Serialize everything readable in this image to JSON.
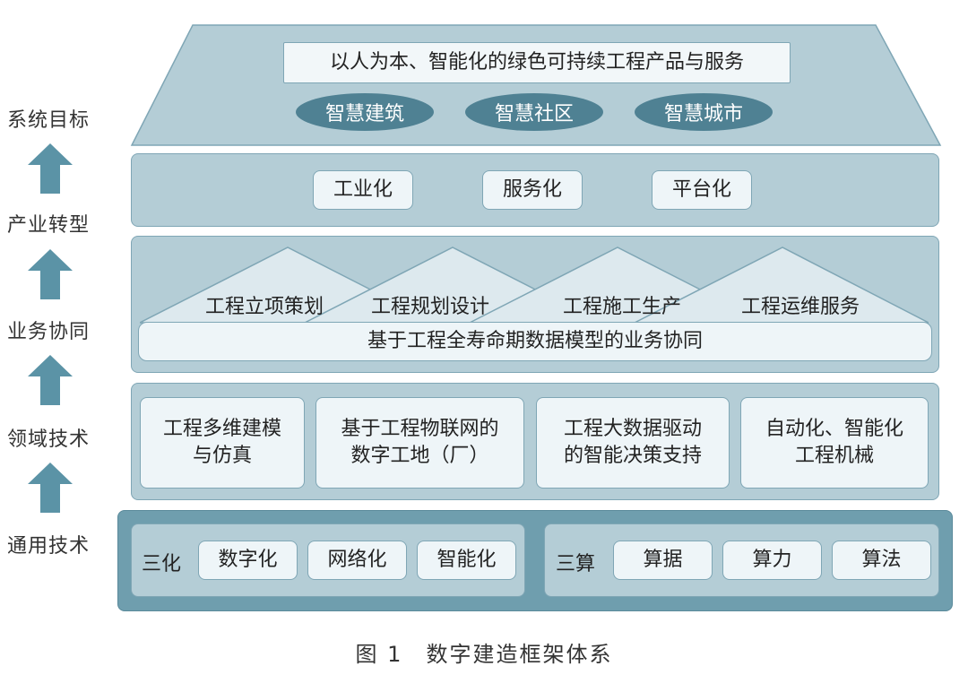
{
  "side_labels": [
    "系统目标",
    "产业转型",
    "业务协同",
    "领域技术",
    "通用技术"
  ],
  "goal": {
    "title": "以人为本、智能化的绿色可持续工程产品与服务",
    "ellipses": [
      "智慧建筑",
      "智慧社区",
      "智慧城市"
    ]
  },
  "industry": {
    "items": [
      "工业化",
      "服务化",
      "平台化"
    ]
  },
  "business": {
    "phases": [
      "工程立项策划",
      "工程规划设计",
      "工程施工生产",
      "工程运维服务"
    ],
    "base": "基于工程全寿命期数据模型的业务协同"
  },
  "domain_tech": {
    "items": [
      [
        "工程多维建模",
        "与仿真"
      ],
      [
        "基于工程物联网的",
        "数字工地（厂）"
      ],
      [
        "工程大数据驱动",
        "的智能决策支持"
      ],
      [
        "自动化、智能化",
        "工程机械"
      ]
    ]
  },
  "general_tech": {
    "left": {
      "title": "三化",
      "items": [
        "数字化",
        "网络化",
        "智能化"
      ]
    },
    "right": {
      "title": "三算",
      "items": [
        "算据",
        "算力",
        "算法"
      ]
    }
  },
  "caption": "图 1　数字建造框架体系",
  "colors": {
    "layer": "#b4cdd6",
    "border": "#7fa6b5",
    "box": "#eef5f8",
    "ellipse": "#4f8193",
    "arrow": "#5b93a6",
    "base_layer": "#6f9eae"
  }
}
